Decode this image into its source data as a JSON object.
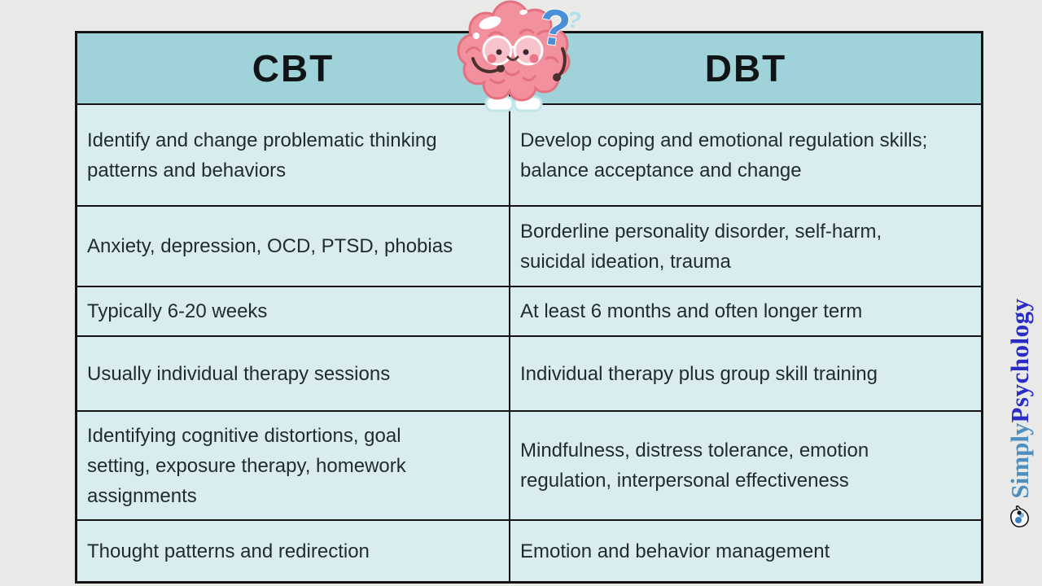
{
  "page": {
    "background_color": "#e9e9e7",
    "description": "CBT vs DBT comparison table infographic"
  },
  "table": {
    "border_color": "#141414",
    "header_bg": "#a0d3d9",
    "cell_bg": "#d9edf0",
    "text_color": "#1f2b2f",
    "left": {
      "header": "CBT",
      "rows": [
        "Identify and change problematic thinking patterns and behaviors",
        "Anxiety, depression, OCD, PTSD, phobias",
        "Typically 6-20 weeks",
        "Usually individual therapy sessions",
        "Identifying cognitive distortions, goal setting, exposure therapy, homework assignments",
        "Thought patterns and redirection"
      ]
    },
    "right": {
      "header": "DBT",
      "rows": [
        "Develop coping and emotional regulation skills; balance acceptance and change",
        "Borderline personality disorder, self-harm, suicidal ideation, trauma",
        "At least 6 months and often longer term",
        "Individual therapy plus group skill training",
        "Mindfulness, distress tolerance, emotion regulation, interpersonal effectiveness",
        "Emotion and behavior management"
      ]
    }
  },
  "mascot": {
    "name": "pink brain character wearing glasses",
    "question_mark": "?",
    "body_color": "#f2909e",
    "outline_color": "#e4717f",
    "question_color": "#4b8fd9"
  },
  "watermark": {
    "simply": "Simply",
    "psychology": "Psychology",
    "simply_color": "#4e8fc0",
    "psychology_color": "#2b2bc8"
  }
}
